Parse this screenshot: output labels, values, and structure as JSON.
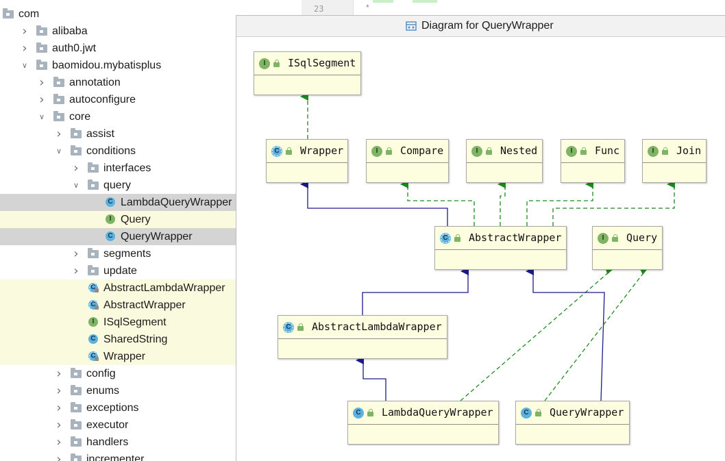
{
  "tree": {
    "items": [
      {
        "label": "com",
        "icon": "folder",
        "depth": 0,
        "arrow": "",
        "state": ""
      },
      {
        "label": "alibaba",
        "icon": "folder",
        "depth": 1,
        "arrow": "collapsed",
        "state": ""
      },
      {
        "label": "auth0.jwt",
        "icon": "folder",
        "depth": 1,
        "arrow": "collapsed",
        "state": ""
      },
      {
        "label": "baomidou.mybatisplus",
        "icon": "folder",
        "depth": 1,
        "arrow": "expanded",
        "state": ""
      },
      {
        "label": "annotation",
        "icon": "folder",
        "depth": 2,
        "arrow": "collapsed",
        "state": ""
      },
      {
        "label": "autoconfigure",
        "icon": "folder",
        "depth": 2,
        "arrow": "collapsed",
        "state": ""
      },
      {
        "label": "core",
        "icon": "folder",
        "depth": 2,
        "arrow": "expanded",
        "state": ""
      },
      {
        "label": "assist",
        "icon": "folder",
        "depth": 3,
        "arrow": "collapsed",
        "state": ""
      },
      {
        "label": "conditions",
        "icon": "folder",
        "depth": 3,
        "arrow": "expanded",
        "state": ""
      },
      {
        "label": "interfaces",
        "icon": "folder",
        "depth": 4,
        "arrow": "collapsed",
        "state": ""
      },
      {
        "label": "query",
        "icon": "folder",
        "depth": 4,
        "arrow": "expanded",
        "state": ""
      },
      {
        "label": "LambdaQueryWrapper",
        "icon": "class",
        "depth": 5,
        "arrow": "",
        "state": "selected"
      },
      {
        "label": "Query",
        "icon": "interface",
        "depth": 5,
        "arrow": "",
        "state": "highlight"
      },
      {
        "label": "QueryWrapper",
        "icon": "class",
        "depth": 5,
        "arrow": "",
        "state": "selected"
      },
      {
        "label": "segments",
        "icon": "folder",
        "depth": 4,
        "arrow": "collapsed",
        "state": ""
      },
      {
        "label": "update",
        "icon": "folder",
        "depth": 4,
        "arrow": "collapsed",
        "state": ""
      },
      {
        "label": "AbstractLambdaWrapper",
        "icon": "abstract-class",
        "depth": 4,
        "arrow": "",
        "state": "highlight"
      },
      {
        "label": "AbstractWrapper",
        "icon": "abstract-class",
        "depth": 4,
        "arrow": "",
        "state": "highlight"
      },
      {
        "label": "ISqlSegment",
        "icon": "interface",
        "depth": 4,
        "arrow": "",
        "state": "highlight"
      },
      {
        "label": "SharedString",
        "icon": "class",
        "depth": 4,
        "arrow": "",
        "state": "highlight"
      },
      {
        "label": "Wrapper",
        "icon": "abstract-class",
        "depth": 4,
        "arrow": "",
        "state": "highlight"
      },
      {
        "label": "config",
        "icon": "folder",
        "depth": 3,
        "arrow": "collapsed",
        "state": ""
      },
      {
        "label": "enums",
        "icon": "folder",
        "depth": 3,
        "arrow": "collapsed",
        "state": ""
      },
      {
        "label": "exceptions",
        "icon": "folder",
        "depth": 3,
        "arrow": "collapsed",
        "state": ""
      },
      {
        "label": "executor",
        "icon": "folder",
        "depth": 3,
        "arrow": "collapsed",
        "state": ""
      },
      {
        "label": "handlers",
        "icon": "folder",
        "depth": 3,
        "arrow": "collapsed",
        "state": ""
      },
      {
        "label": "incrementer",
        "icon": "folder",
        "depth": 3,
        "arrow": "collapsed",
        "state": ""
      }
    ]
  },
  "editor": {
    "line_number": "23",
    "code": "*"
  },
  "diagram": {
    "title": "Diagram for QueryWrapper",
    "title_icon": "diagram-icon",
    "nodes": [
      {
        "id": "ISqlSegment",
        "label": "ISqlSegment",
        "kind": "interface"
      },
      {
        "id": "Wrapper",
        "label": "Wrapper",
        "kind": "abstract-class"
      },
      {
        "id": "Compare",
        "label": "Compare",
        "kind": "interface"
      },
      {
        "id": "Nested",
        "label": "Nested",
        "kind": "interface"
      },
      {
        "id": "Func",
        "label": "Func",
        "kind": "interface"
      },
      {
        "id": "Join",
        "label": "Join",
        "kind": "interface"
      },
      {
        "id": "AbstractWrapper",
        "label": "AbstractWrapper",
        "kind": "abstract-class"
      },
      {
        "id": "Query",
        "label": "Query",
        "kind": "interface"
      },
      {
        "id": "AbstractLambdaWrapper",
        "label": "AbstractLambdaWrapper",
        "kind": "abstract-class"
      },
      {
        "id": "LambdaQueryWrapper",
        "label": "LambdaQueryWrapper",
        "kind": "class"
      },
      {
        "id": "QueryWrapper",
        "label": "QueryWrapper",
        "kind": "class"
      }
    ],
    "edges": [
      {
        "from": "Wrapper",
        "to": "ISqlSegment",
        "type": "implements"
      },
      {
        "from": "AbstractWrapper",
        "to": "Wrapper",
        "type": "extends"
      },
      {
        "from": "AbstractWrapper",
        "to": "Compare",
        "type": "implements"
      },
      {
        "from": "AbstractWrapper",
        "to": "Nested",
        "type": "implements"
      },
      {
        "from": "AbstractWrapper",
        "to": "Func",
        "type": "implements"
      },
      {
        "from": "AbstractWrapper",
        "to": "Join",
        "type": "implements"
      },
      {
        "from": "AbstractLambdaWrapper",
        "to": "AbstractWrapper",
        "type": "extends"
      },
      {
        "from": "LambdaQueryWrapper",
        "to": "AbstractLambdaWrapper",
        "type": "extends"
      },
      {
        "from": "LambdaQueryWrapper",
        "to": "Query",
        "type": "implements"
      },
      {
        "from": "QueryWrapper",
        "to": "AbstractWrapper",
        "type": "extends"
      },
      {
        "from": "QueryWrapper",
        "to": "Query",
        "type": "implements"
      }
    ],
    "colors": {
      "implements": "#1e8a1e",
      "extends": "#1a1a8c",
      "node_fill": "#fdfde0",
      "class_icon": "#5fb1dd",
      "interface_icon": "#7fb466"
    }
  }
}
